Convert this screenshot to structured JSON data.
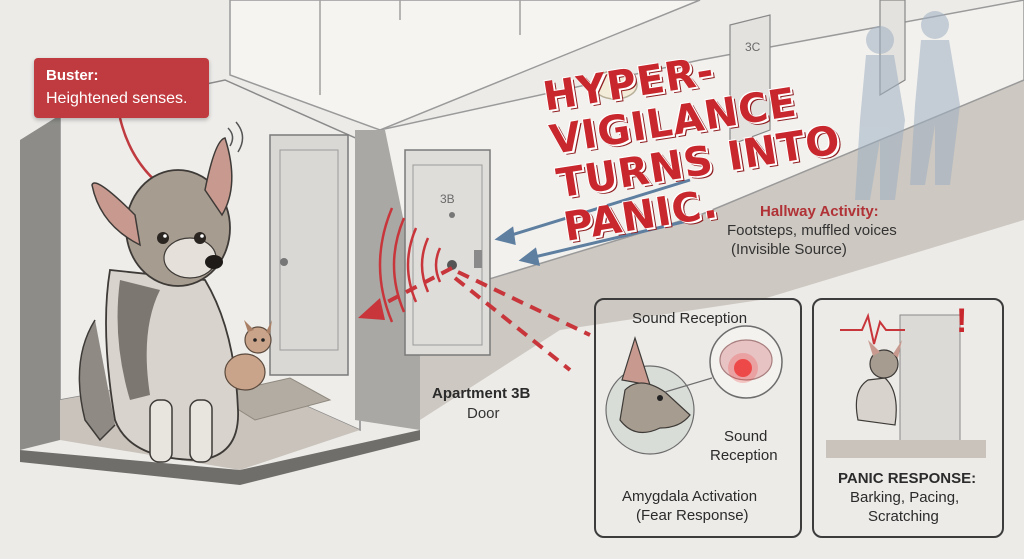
{
  "buster_label": {
    "name": "Buster:",
    "description": "Heightened senses."
  },
  "headline": {
    "line1": "Hyper-Vigilance",
    "line2": "Turns into Panic."
  },
  "hallway": {
    "title": "Hallway Activity:",
    "line1": "Footsteps, muffled voices",
    "line2": "(Invisible Source)"
  },
  "apartment": {
    "title": "Apartment 3B",
    "subtitle": "Door"
  },
  "doors": {
    "door_3b": "3B",
    "door_3c": "3C"
  },
  "sound_panel": {
    "title": "Sound Reception",
    "brain_label_l1": "Sound",
    "brain_label_l2": "Reception",
    "caption_l1": "Amygdala Activation",
    "caption_l2": "(Fear Response)"
  },
  "panic_panel": {
    "title": "PANIC RESPONSE:",
    "line1": "Barking, Pacing,",
    "line2": "Scratching",
    "alert_mark": "!"
  },
  "colors": {
    "accent_red": "#bf3b3f",
    "arrow_blue": "#5e7fa0",
    "wall": "#f4f3f0",
    "floor": "#cfcac3"
  }
}
